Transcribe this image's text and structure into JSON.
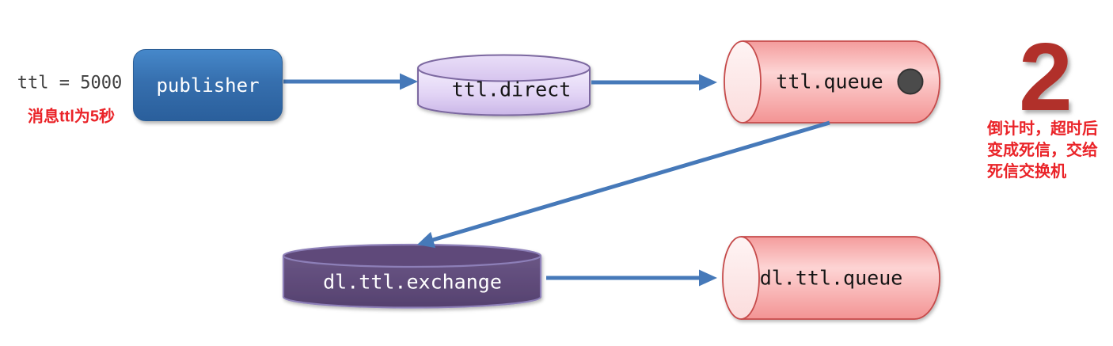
{
  "labels": {
    "ttl_value": "ttl = 5000",
    "ttl_note": "消息ttl为5秒",
    "publisher": "publisher",
    "direct_exchange": "ttl.direct",
    "ttl_queue": "ttl.queue",
    "dl_exchange": "dl.ttl.exchange",
    "dl_queue": "dl.ttl.queue",
    "step_number": "2",
    "step_note": "倒计时，超时后\n变成死信，交给\n死信交换机"
  },
  "colors": {
    "arrow": "#4679b9",
    "queue_border": "#c64b4b",
    "lavender_border": "#7c68a0",
    "purple_border": "#8d7fb8",
    "timer_fill": "#4c4c4c",
    "timer_border": "#333333",
    "note_red": "#ea2328",
    "step_red": "#b1302a"
  }
}
